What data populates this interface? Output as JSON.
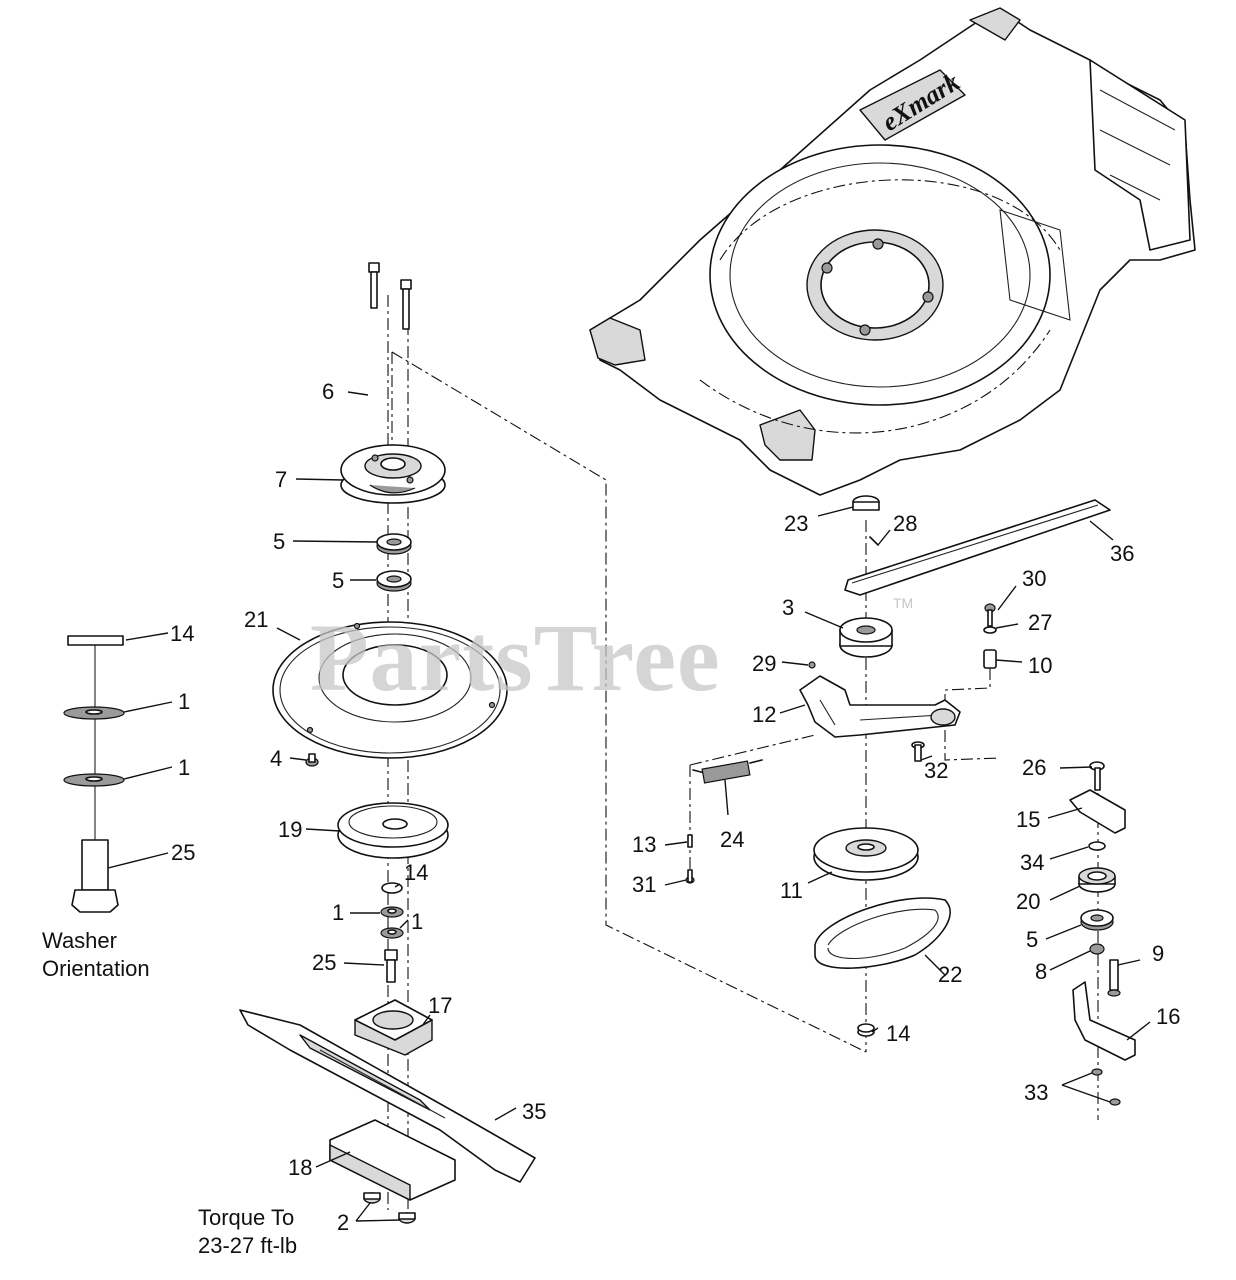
{
  "watermark": {
    "text": "PartsTree",
    "tm": "TM"
  },
  "deck_logo": "eXmark",
  "notes": {
    "washer_line1": "Washer",
    "washer_line2": "Orientation",
    "torque_line1": "Torque To",
    "torque_line2": "23-27 ft-lb"
  },
  "callouts": {
    "c6": "6",
    "c7": "7",
    "c5a": "5",
    "c5b": "5",
    "c21": "21",
    "c4": "4",
    "c19": "19",
    "c14a": "14",
    "c1a": "1",
    "c1b": "1",
    "c25a": "25",
    "c17": "17",
    "c35": "35",
    "c18": "18",
    "c2": "2",
    "c14w": "14",
    "c1w1": "1",
    "c1w2": "1",
    "c25w": "25",
    "c23": "23",
    "c28": "28",
    "c36": "36",
    "c3": "3",
    "c30": "30",
    "c27": "27",
    "c10": "10",
    "c29": "29",
    "c12": "12",
    "c32": "32",
    "c13": "13",
    "c24": "24",
    "c31": "31",
    "c11": "11",
    "c22": "22",
    "c14b": "14",
    "c26": "26",
    "c15": "15",
    "c34": "34",
    "c20": "20",
    "c5c": "5",
    "c8": "8",
    "c9": "9",
    "c16": "16",
    "c33": "33"
  }
}
